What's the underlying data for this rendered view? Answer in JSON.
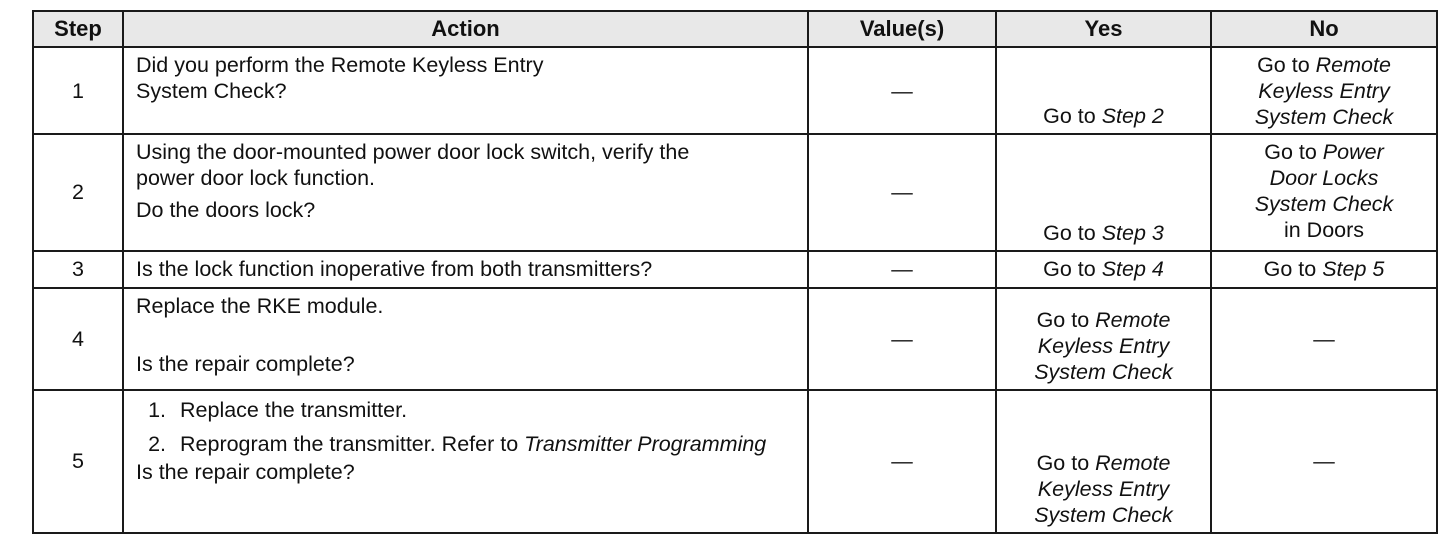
{
  "headers": {
    "step": "Step",
    "action": "Action",
    "values": "Value(s)",
    "yes": "Yes",
    "no": "No"
  },
  "rows": [
    {
      "step": "1",
      "action": [
        "Did you perform the Remote Keyless Entry",
        "System Check?"
      ],
      "value": "—",
      "yes_prefix": "Go to ",
      "yes_ref": "Step 2",
      "no_prefix": "Go to ",
      "no_ref_1": "Remote",
      "no_ref_2": "Keyless Entry",
      "no_ref_3": "System Check"
    },
    {
      "step": "2",
      "action": [
        "Using the door-mounted power door lock switch, verify the",
        "power door lock function.",
        "Do the doors lock?"
      ],
      "value": "—",
      "yes_prefix": "Go to ",
      "yes_ref": "Step 3",
      "no_prefix": "Go to ",
      "no_ref_1": "Power",
      "no_ref_2": "Door Locks",
      "no_ref_3": "System Check",
      "no_suffix": "in Doors"
    },
    {
      "step": "3",
      "action": [
        "Is the lock function inoperative from both transmitters?"
      ],
      "value": "—",
      "yes_prefix": "Go to ",
      "yes_ref": "Step 4",
      "no_prefix": "Go to ",
      "no_ref": "Step 5"
    },
    {
      "step": "4",
      "action": [
        "Replace the RKE module.",
        "Is the repair complete?"
      ],
      "value": "—",
      "yes_prefix": "Go to ",
      "yes_ref_1": "Remote",
      "yes_ref_2": "Keyless Entry",
      "yes_ref_3": "System Check",
      "no": "—"
    },
    {
      "step": "5",
      "action_items": [
        "Replace the transmitter.",
        "Reprogram the transmitter. Refer to "
      ],
      "action_item_ref": "Transmitter Programming",
      "action_question": "Is the repair complete?",
      "value": "—",
      "yes_prefix": "Go to ",
      "yes_ref_1": "Remote",
      "yes_ref_2": "Keyless Entry",
      "yes_ref_3": "System Check",
      "no": "—"
    }
  ]
}
